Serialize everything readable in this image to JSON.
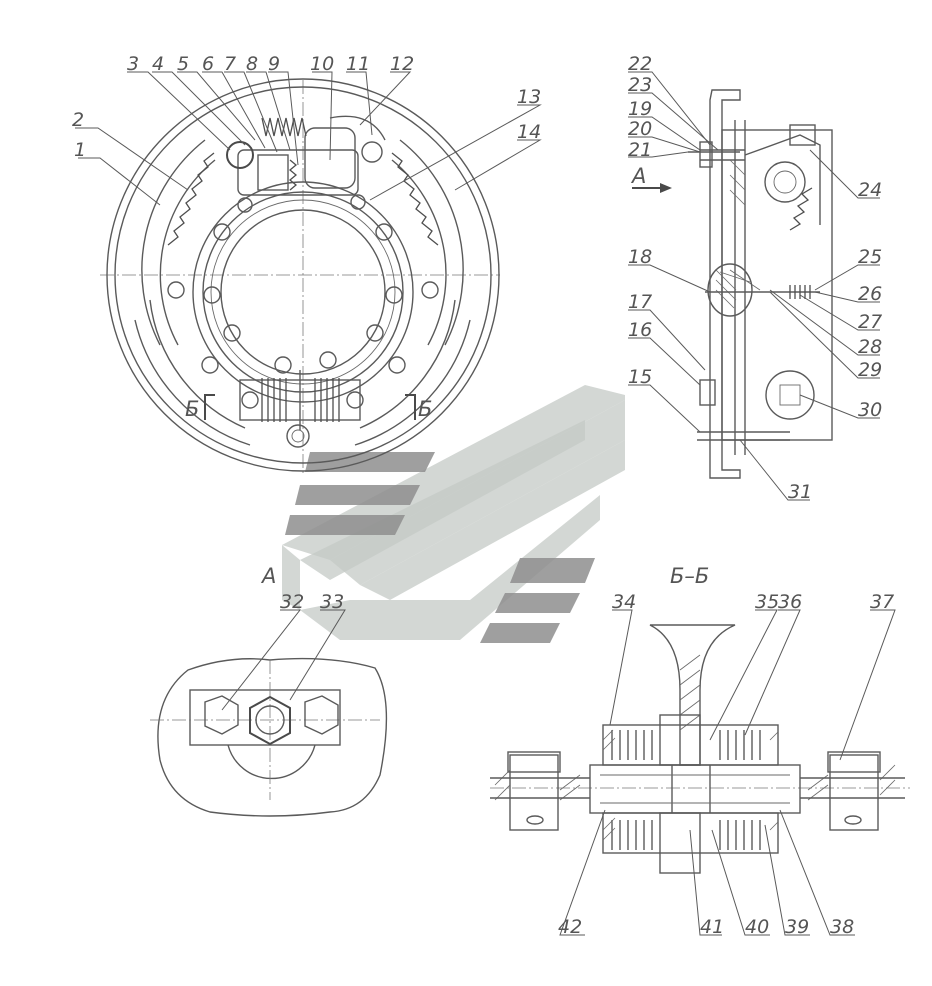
{
  "view_titles": {
    "section_a": "А",
    "section_b": "Б–Б",
    "arrow_a": "А",
    "cut_left": "Б",
    "cut_right": "Б"
  },
  "callouts": [
    "1",
    "2",
    "3",
    "4",
    "5",
    "6",
    "7",
    "8",
    "9",
    "10",
    "11",
    "12",
    "13",
    "14",
    "15",
    "16",
    "17",
    "18",
    "19",
    "20",
    "21",
    "22",
    "23",
    "24",
    "25",
    "26",
    "27",
    "28",
    "29",
    "30",
    "31",
    "32",
    "33",
    "34",
    "35",
    "36",
    "37",
    "38",
    "39",
    "40",
    "41",
    "42"
  ],
  "colors": {
    "line": "#5a5a5a",
    "text": "#555555",
    "watermark_light": "#c4c9c6",
    "watermark_dark": "#8e8e8e"
  }
}
